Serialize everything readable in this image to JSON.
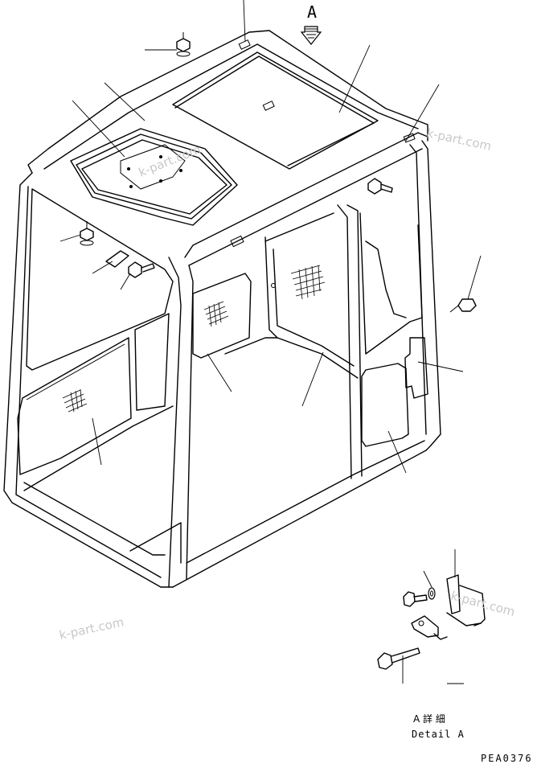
{
  "view_label": "A",
  "detail_label_jp": "A 詳 細",
  "detail_label_en": "Detail A",
  "drawing_code": "PEA0376",
  "watermarks": [
    "k-part.com",
    "k-part.com",
    "k-part.com",
    "k-part.com"
  ]
}
